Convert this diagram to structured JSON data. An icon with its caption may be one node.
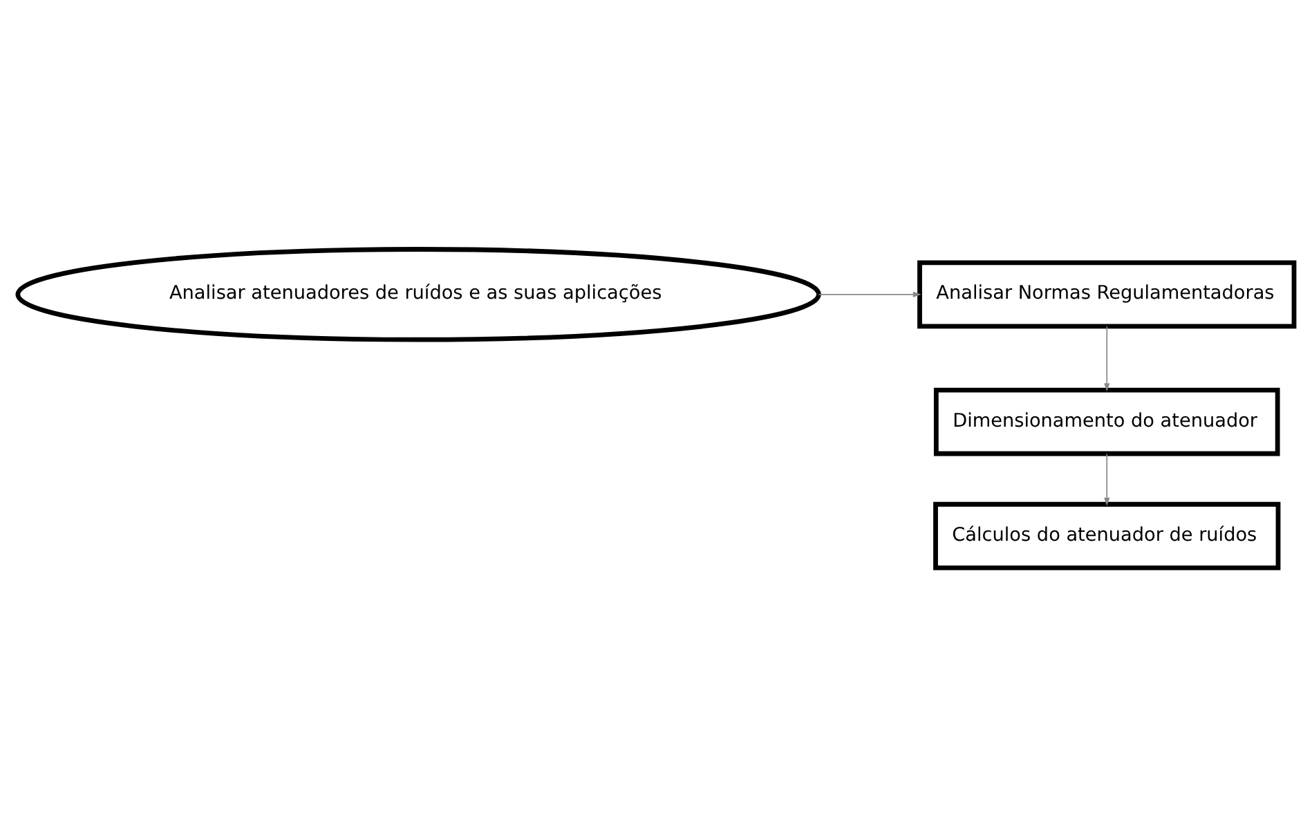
{
  "diagram": {
    "nodes": [
      {
        "text": [
          "Analisar atenuadores de ruídos e as suas aplicações"
        ]
      },
      {
        "text": [
          "Analisar Normas Regulamentadoras"
        ]
      },
      {
        "text": [
          "Dimensionamento do atenuador"
        ]
      },
      {
        "text": [
          "Cálculos do atenuador de ruídos"
        ]
      }
    ],
    "edges": [
      {
        "from": 0,
        "to": 1,
        "arrow": "to"
      },
      {
        "from": 1,
        "to": 2,
        "arrow": "to"
      },
      {
        "from": 2,
        "to": 3,
        "arrow": "to"
      }
    ]
  }
}
